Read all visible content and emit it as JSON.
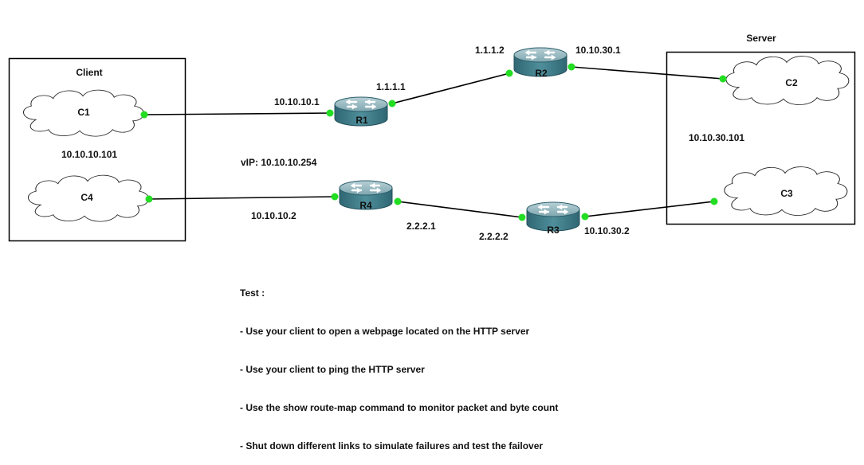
{
  "groups": {
    "client": "Client",
    "server": "Server"
  },
  "clouds": {
    "c1": "C1",
    "c4": "C4",
    "c2": "C2",
    "c3": "C3"
  },
  "routers": {
    "r1": "R1",
    "r2": "R2",
    "r3": "R3",
    "r4": "R4"
  },
  "addresses": {
    "client_ip": "10.10.10.101",
    "r1_left": "10.10.10.1",
    "r1_right": "1.1.1.1",
    "r2_left": "1.1.1.2",
    "r2_right": "10.10.30.1",
    "vip": "vIP: 10.10.10.254",
    "r4_left": "10.10.10.2",
    "r4_right": "2.2.2.1",
    "r3_left": "2.2.2.2",
    "r3_right": "10.10.30.2",
    "server_ip": "10.10.30.101"
  },
  "notes": {
    "title": "Test :",
    "items": [
      "- Use your client to open a webpage located on the HTTP server",
      "- Use your client to ping the HTTP server",
      "- Use the show route-map command to monitor packet and byte count",
      "- Shut down different links to simulate failures and test the failover"
    ]
  },
  "colors": {
    "port": "#22dd22",
    "router_top": "#8fb4bc",
    "router_body": "#3f7b88",
    "line": "#000000"
  }
}
